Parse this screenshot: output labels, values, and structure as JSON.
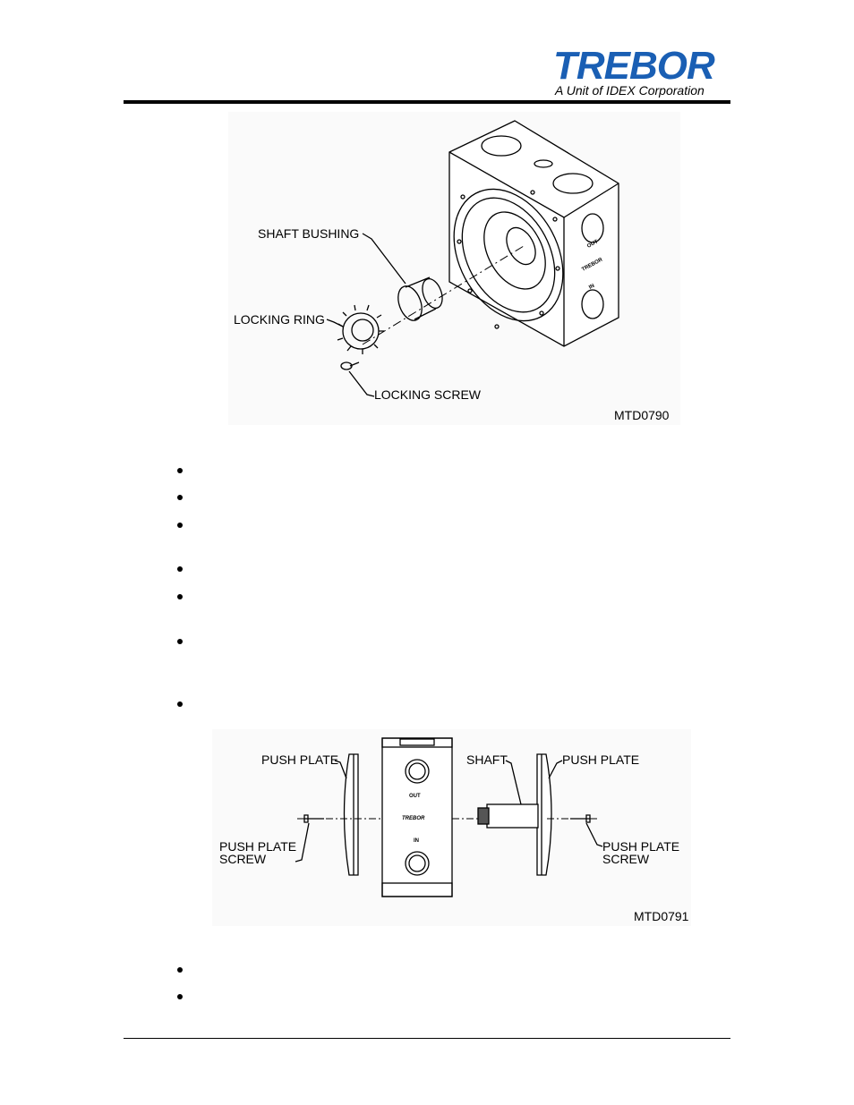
{
  "header": {
    "logo_word": "TREBOR",
    "logo_tagline": "A Unit of IDEX Corporation",
    "brand_color": "#1a5fb4"
  },
  "figure1": {
    "labels": {
      "shaft_bushing": "SHAFT BUSHING",
      "locking_ring": "LOCKING RING",
      "locking_screw": "LOCKING SCREW",
      "code": "MTD0790"
    },
    "body_markings": {
      "out": "OUT",
      "brand": "TREBOR",
      "in": "IN"
    }
  },
  "figure2": {
    "labels": {
      "push_plate_left": "PUSH PLATE",
      "push_plate_screw_left_1": "PUSH PLATE",
      "push_plate_screw_left_2": "SCREW",
      "shaft": "SHAFT",
      "push_plate_right": "PUSH PLATE",
      "push_plate_screw_right_1": "PUSH PLATE",
      "push_plate_screw_right_2": "SCREW",
      "code": "MTD0791"
    },
    "body_markings": {
      "out": "OUT",
      "brand": "TREBOR",
      "in": "IN"
    }
  }
}
